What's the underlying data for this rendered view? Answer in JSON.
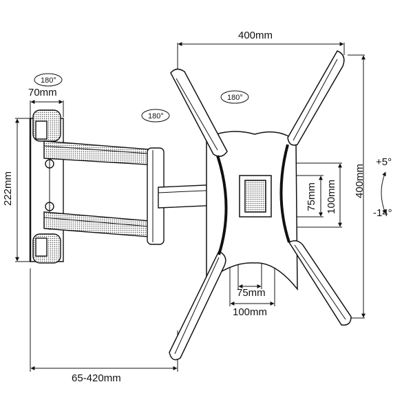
{
  "dimensions": {
    "plate_width": "400mm",
    "plate_height": "400mm",
    "wall_plate_width": "70mm",
    "wall_plate_height": "222mm",
    "extension": "65-420mm",
    "vesa_small_w": "75mm",
    "vesa_large_w": "100mm",
    "vesa_small_h": "75mm",
    "vesa_large_h": "100mm"
  },
  "rotation": {
    "wall_swivel": "180°",
    "arm_swivel": "180°",
    "plate_rotate": "180°"
  },
  "tilt": {
    "up": "+5°",
    "down": "-14°"
  }
}
